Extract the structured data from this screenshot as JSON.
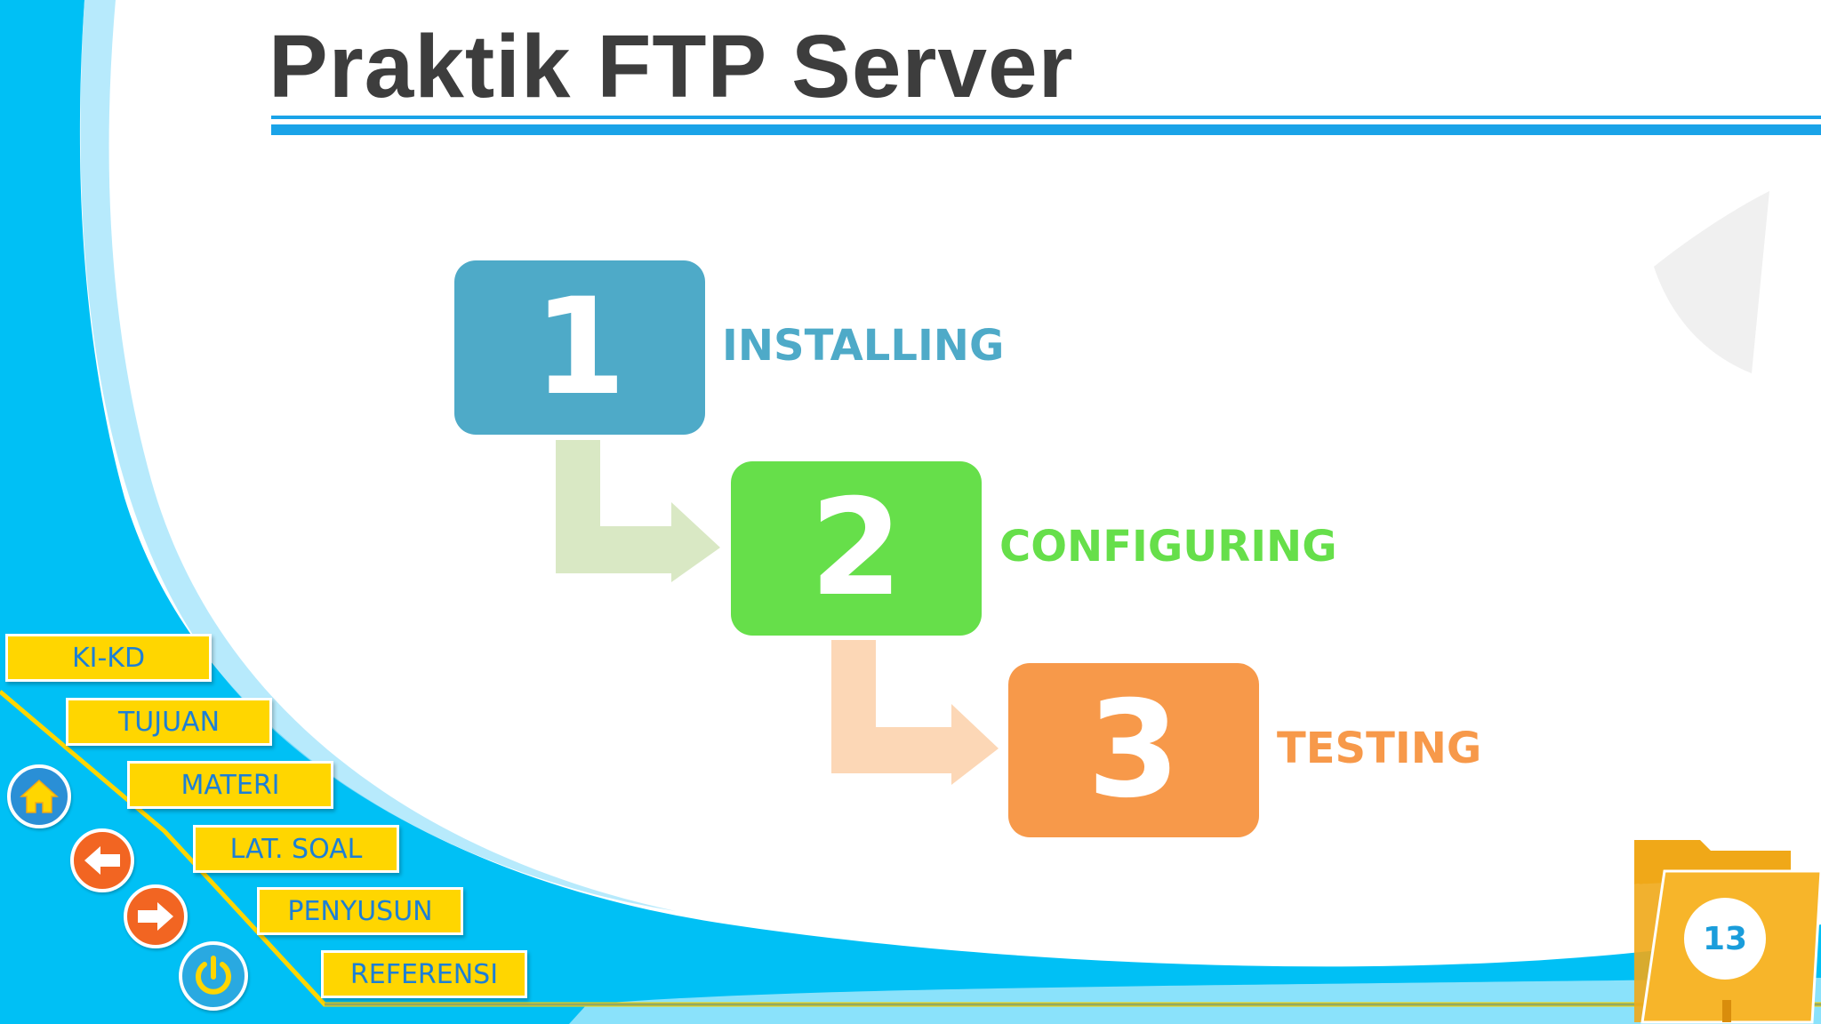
{
  "slide": {
    "title": "Praktik FTP Server",
    "page_number": "13"
  },
  "steps": [
    {
      "number": "1",
      "label": "INSTALLING",
      "color": "#4eaac8"
    },
    {
      "number": "2",
      "label": "CONFIGURING",
      "color": "#66df4a"
    },
    {
      "number": "3",
      "label": "TESTING",
      "color": "#f7994a"
    }
  ],
  "nav": {
    "items": [
      {
        "label": "KI-KD"
      },
      {
        "label": "TUJUAN"
      },
      {
        "label": "MATERI"
      },
      {
        "label": "LAT. SOAL"
      },
      {
        "label": "PENYUSUN"
      },
      {
        "label": "REFERENSI"
      }
    ]
  },
  "controls": {
    "home_icon": "home-icon",
    "back_icon": "arrow-left-icon",
    "next_icon": "arrow-right-icon",
    "power_icon": "power-icon",
    "folder_icon": "folder-icon"
  },
  "colors": {
    "background_blue": "#00c0f5",
    "nav_yellow": "#ffd600",
    "nav_text": "#1c7fd6",
    "title_text": "#3d3d3d",
    "accent_line": "#1aa3e8",
    "home_button": "#2a8fd6",
    "arrow_button": "#f26522",
    "power_button": "#29a9e1",
    "folder": "#f0a818"
  }
}
